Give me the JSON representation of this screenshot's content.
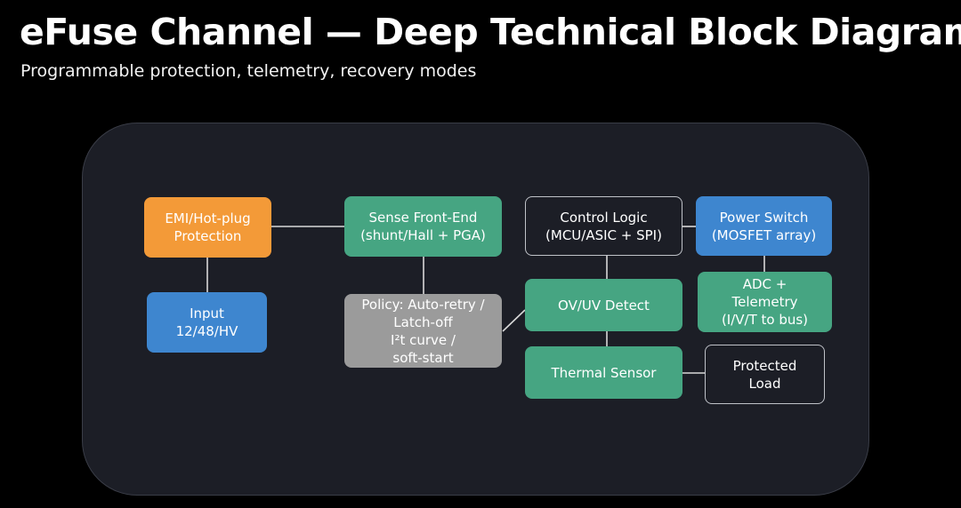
{
  "header": {
    "title": "eFuse Channel — Deep Technical Block Diagram",
    "subtitle": "Programmable protection, telemetry, recovery modes"
  },
  "colors": {
    "background": "#000000",
    "panel": "#1c1e26",
    "orange": "#f39a38",
    "blue": "#3e86cf",
    "green": "#46a582",
    "gray": "#9b9b9b",
    "connector": "#d8d8d8"
  },
  "blocks": {
    "emi": {
      "lines": [
        "EMI/Hot-plug",
        "Protection"
      ]
    },
    "input": {
      "lines": [
        "Input",
        "12/48/HV"
      ]
    },
    "sense": {
      "lines": [
        "Sense Front-End",
        "(shunt/Hall + PGA)"
      ]
    },
    "policy": {
      "lines": [
        "Policy: Auto-retry /",
        "Latch-off",
        "I²t curve /",
        "soft-start"
      ]
    },
    "control": {
      "lines": [
        "Control Logic",
        "(MCU/ASIC + SPI)"
      ]
    },
    "ovuv": {
      "lines": [
        "OV/UV Detect"
      ]
    },
    "thermal": {
      "lines": [
        "Thermal Sensor"
      ]
    },
    "power": {
      "lines": [
        "Power Switch",
        "(MOSFET array)"
      ]
    },
    "adc": {
      "lines": [
        "ADC +",
        "Telemetry",
        "(I/V/T to bus)"
      ]
    },
    "load": {
      "lines": [
        "Protected",
        "Load"
      ]
    }
  }
}
